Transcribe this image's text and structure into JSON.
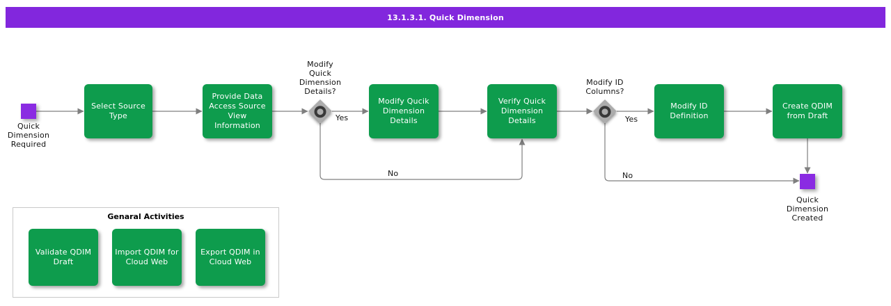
{
  "title_bar": {
    "text": "13.1.3.1. Quick Dimension"
  },
  "palette": {
    "title_bar_bg": "#8227DD",
    "task_green": "#0E9C4D",
    "event_purple": "#8A2BE2",
    "connector_gray": "#7F7F7F",
    "gateway_gray": "#ACACAC"
  },
  "flowchart": {
    "start_event": {
      "label": "Quick Dimension Required"
    },
    "end_event": {
      "label": "Quick Dimension Created"
    },
    "tasks": [
      {
        "label": "Select Source Type"
      },
      {
        "label": "Provide Data Access Source View Information"
      },
      {
        "label": "Modify Qucik Dimension Details"
      },
      {
        "label": "Verify Quick Dimension Details"
      },
      {
        "label": "Modify ID Definition"
      },
      {
        "label": "Create QDIM from Draft"
      }
    ],
    "gateways": [
      {
        "label": "Modify Quick Dimension Details?",
        "yes_label": "Yes",
        "no_label": "No"
      },
      {
        "label": "Modify ID Columns?",
        "yes_label": "Yes",
        "no_label": "No"
      }
    ]
  },
  "general_activities": {
    "title": "Genaral Activities",
    "tasks": [
      {
        "label": "Validate QDIM Draft"
      },
      {
        "label": "Import QDIM for Cloud Web"
      },
      {
        "label": "Export QDIM in Cloud Web"
      }
    ]
  }
}
